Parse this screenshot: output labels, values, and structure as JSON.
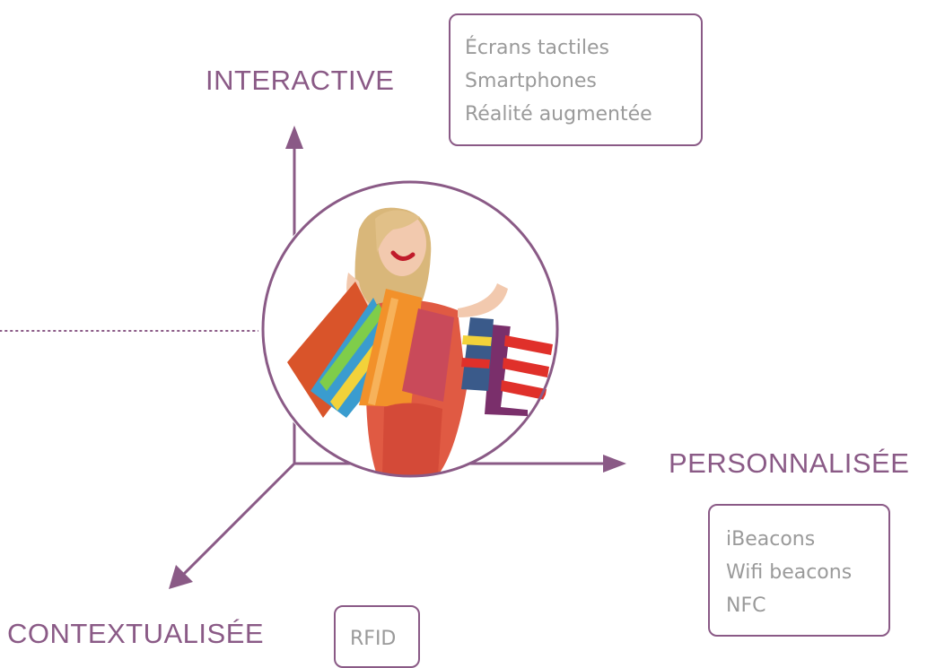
{
  "axes": {
    "vertical": {
      "label": "INTERACTIVE",
      "items": [
        "Écrans tactiles",
        "Smartphones",
        "Réalité augmentée"
      ]
    },
    "horizontal": {
      "label": "PERSONNALISÉE",
      "items": [
        "iBeacons",
        "Wifi beacons",
        "NFC"
      ]
    },
    "diagonal": {
      "label": "CONTEXTUALISÉE",
      "items": [
        "RFID"
      ]
    }
  },
  "center_image": {
    "subject": "woman-with-shopping-bags"
  },
  "colors": {
    "accent": "#8a5a86",
    "item_text": "#9a9a9a"
  }
}
